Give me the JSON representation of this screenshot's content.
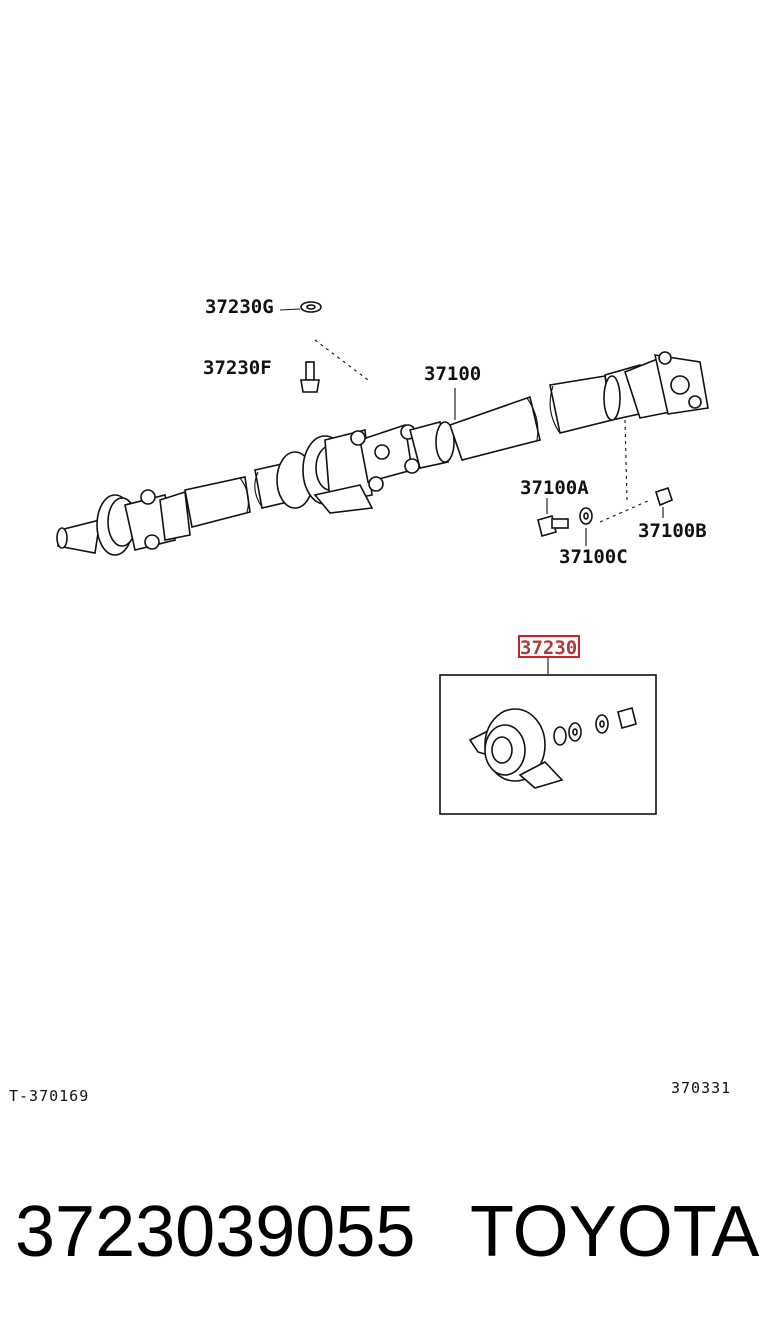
{
  "labels": {
    "bearing_washer": "37230G",
    "bearing_bolt": "37230F",
    "propeller_shaft": "37100",
    "shaft_bolt": "37100A",
    "shaft_nut": "37100B",
    "shaft_washer": "37100C",
    "center_bearing": "37230"
  },
  "codes": {
    "illustration_id": "T-370169",
    "page_code": "370331"
  },
  "footer": {
    "part_number": "3723039055",
    "brand": "TOYOTA"
  },
  "colors": {
    "highlight": "#cc2222",
    "ink": "#111111"
  }
}
